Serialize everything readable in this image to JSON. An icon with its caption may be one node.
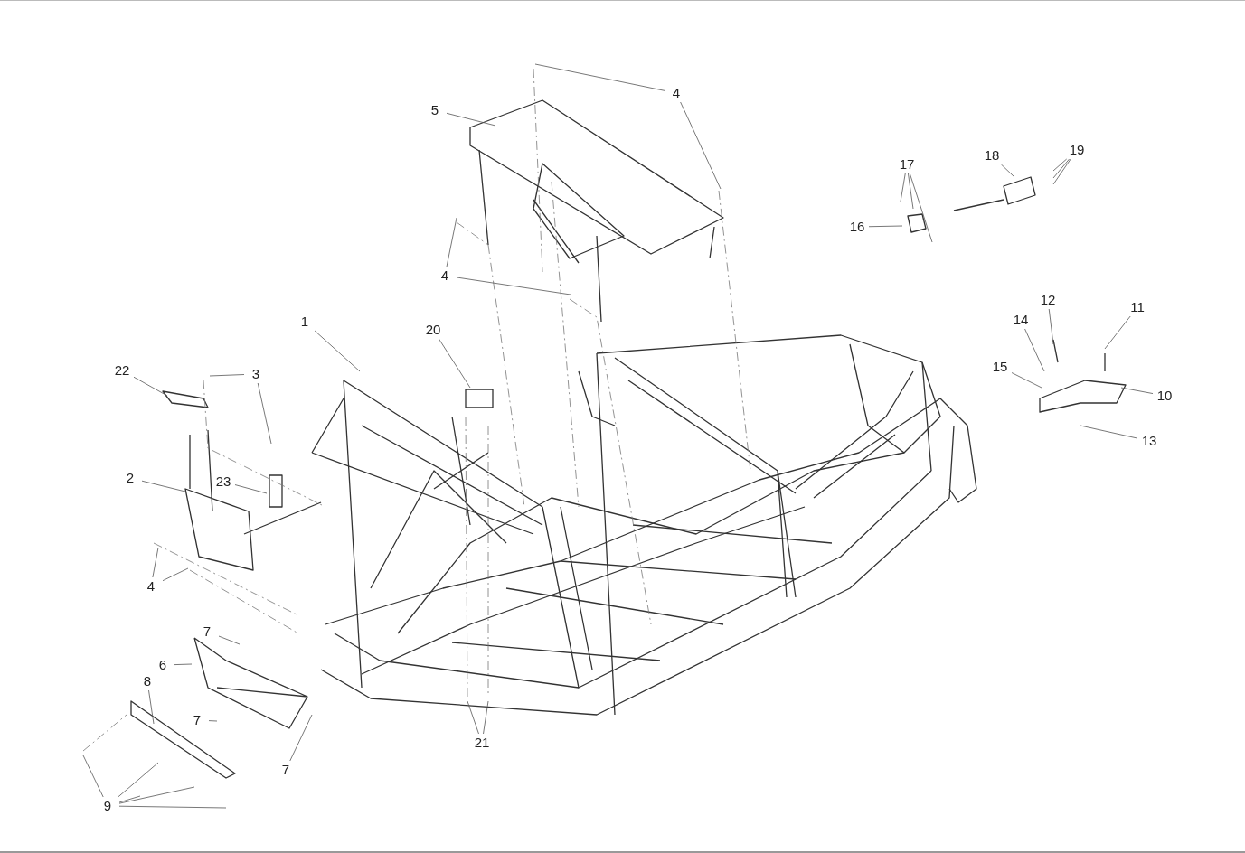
{
  "diagram": {
    "nodes": [
      {
        "text": [
          "4"
        ]
      },
      {
        "text": [
          "5"
        ]
      },
      {
        "text": [
          "19"
        ]
      },
      {
        "text": [
          "18"
        ]
      },
      {
        "text": [
          "17"
        ]
      },
      {
        "text": [
          "16"
        ]
      },
      {
        "text": [
          "4"
        ]
      },
      {
        "text": [
          "12"
        ]
      },
      {
        "text": [
          "11"
        ]
      },
      {
        "text": [
          "14"
        ]
      },
      {
        "text": [
          "1"
        ]
      },
      {
        "text": [
          "20"
        ]
      },
      {
        "text": [
          "15"
        ]
      },
      {
        "text": [
          "22"
        ]
      },
      {
        "text": [
          "3"
        ]
      },
      {
        "text": [
          "10"
        ]
      },
      {
        "text": [
          "13"
        ]
      },
      {
        "text": [
          "2"
        ]
      },
      {
        "text": [
          "23"
        ]
      },
      {
        "text": [
          "4"
        ]
      },
      {
        "text": [
          "7"
        ]
      },
      {
        "text": [
          "6"
        ]
      },
      {
        "text": [
          "8"
        ]
      },
      {
        "text": [
          "7"
        ]
      },
      {
        "text": [
          "21"
        ]
      },
      {
        "text": [
          "7"
        ]
      },
      {
        "text": [
          "9"
        ]
      }
    ],
    "edges": [
      {
        "from": 0,
        "to": null,
        "arrow": "none"
      },
      {
        "from": 0,
        "to": null,
        "arrow": "none"
      },
      {
        "from": 1,
        "to": null,
        "arrow": "none"
      },
      {
        "from": 2,
        "to": null,
        "arrow": "none"
      },
      {
        "from": 2,
        "to": null,
        "arrow": "none"
      },
      {
        "from": 2,
        "to": null,
        "arrow": "none"
      },
      {
        "from": 3,
        "to": null,
        "arrow": "none"
      },
      {
        "from": 4,
        "to": null,
        "arrow": "none"
      },
      {
        "from": 4,
        "to": null,
        "arrow": "none"
      },
      {
        "from": 4,
        "to": null,
        "arrow": "none"
      },
      {
        "from": 5,
        "to": null,
        "arrow": "none"
      },
      {
        "from": 6,
        "to": null,
        "arrow": "none"
      },
      {
        "from": 6,
        "to": null,
        "arrow": "none"
      },
      {
        "from": 7,
        "to": null,
        "arrow": "none"
      },
      {
        "from": 8,
        "to": null,
        "arrow": "none"
      },
      {
        "from": 9,
        "to": null,
        "arrow": "none"
      },
      {
        "from": 10,
        "to": null,
        "arrow": "none"
      },
      {
        "from": 11,
        "to": null,
        "arrow": "none"
      },
      {
        "from": 12,
        "to": null,
        "arrow": "none"
      },
      {
        "from": 13,
        "to": null,
        "arrow": "none"
      },
      {
        "from": 14,
        "to": null,
        "arrow": "none"
      },
      {
        "from": 14,
        "to": null,
        "arrow": "none"
      },
      {
        "from": 15,
        "to": null,
        "arrow": "none"
      },
      {
        "from": 16,
        "to": null,
        "arrow": "none"
      },
      {
        "from": 17,
        "to": null,
        "arrow": "none"
      },
      {
        "from": 18,
        "to": null,
        "arrow": "none"
      },
      {
        "from": 19,
        "to": null,
        "arrow": "none"
      },
      {
        "from": 19,
        "to": null,
        "arrow": "none"
      },
      {
        "from": 20,
        "to": null,
        "arrow": "none"
      },
      {
        "from": 21,
        "to": null,
        "arrow": "none"
      },
      {
        "from": 22,
        "to": null,
        "arrow": "none"
      },
      {
        "from": 23,
        "to": null,
        "arrow": "none"
      },
      {
        "from": 24,
        "to": null,
        "arrow": "none"
      },
      {
        "from": 24,
        "to": null,
        "arrow": "none"
      },
      {
        "from": 25,
        "to": null,
        "arrow": "none"
      },
      {
        "from": 26,
        "to": null,
        "arrow": "none"
      },
      {
        "from": 26,
        "to": null,
        "arrow": "none"
      },
      {
        "from": 26,
        "to": null,
        "arrow": "none"
      },
      {
        "from": 26,
        "to": null,
        "arrow": "none"
      },
      {
        "from": 26,
        "to": null,
        "arrow": "none"
      }
    ]
  }
}
